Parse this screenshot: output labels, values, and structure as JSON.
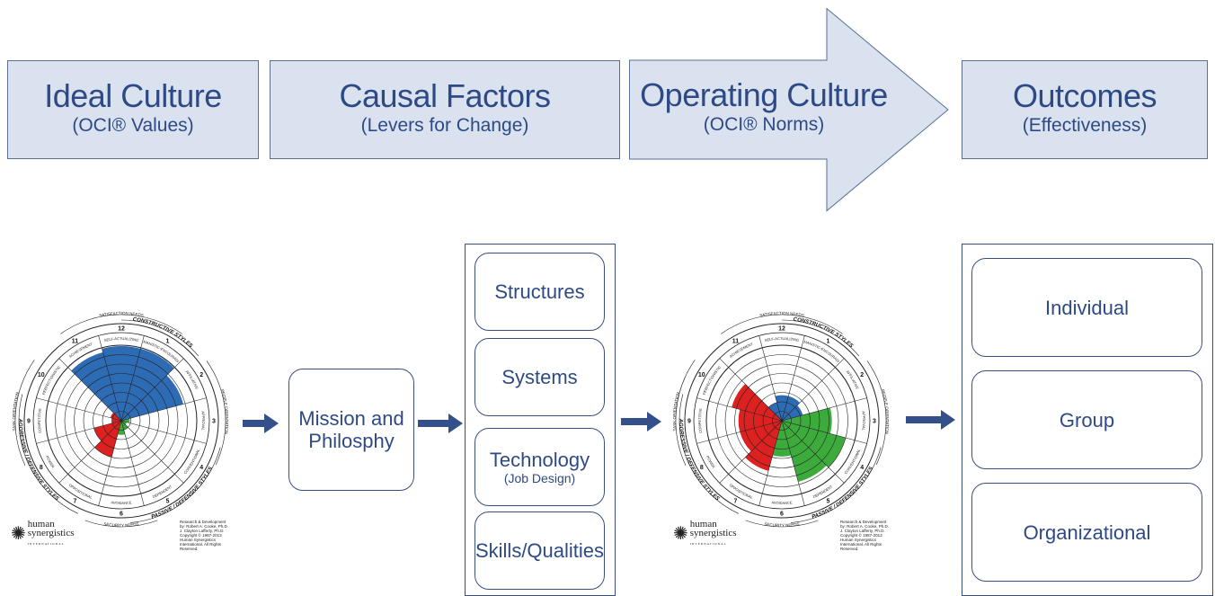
{
  "header": [
    {
      "title": "Ideal Culture",
      "subtitle": "(OCI® Values)"
    },
    {
      "title": "Causal Factors",
      "subtitle": "(Levers for Change)"
    },
    {
      "title": "Operating Culture",
      "subtitle": "(OCI® Norms)"
    },
    {
      "title": "Outcomes",
      "subtitle": "(Effectiveness)"
    }
  ],
  "mission": {
    "label": "Mission and Philosphy"
  },
  "levers": [
    {
      "label": "Structures",
      "sub": ""
    },
    {
      "label": "Systems",
      "sub": ""
    },
    {
      "label": "Technology",
      "sub": "(Job Design)"
    },
    {
      "label": "Skills/Qualities",
      "sub": ""
    }
  ],
  "outcomes": [
    {
      "label": "Individual"
    },
    {
      "label": "Group"
    },
    {
      "label": "Organizational"
    }
  ],
  "wheel_text": {
    "satisfaction": "SATISFACTION NEEDS",
    "security": "SECURITY NEEDS",
    "constructive": "CONSTRUCTIVE STYLES",
    "passive": "PASSIVE / DEFENSIVE STYLES",
    "aggressive": "AGGRESSIVE / DEFENSIVE STYLES",
    "task": "TASK ORIENTATION",
    "people": "PEOPLE ORIENTATION",
    "numbers": [
      "12",
      "1",
      "2",
      "3",
      "4",
      "5",
      "6",
      "7",
      "8",
      "9",
      "10",
      "11"
    ],
    "styles": [
      "SELF-ACTUALIZING",
      "HUMANISTIC-ENCOURAGING",
      "AFFILIATIVE",
      "APPROVAL",
      "CONVENTIONAL",
      "DEPENDENT",
      "AVOIDANCE",
      "OPPOSITIONAL",
      "POWER",
      "COMPETITIVE",
      "PERFECTIONISTIC",
      "ACHIEVEMENT"
    ]
  },
  "logo": {
    "line1": "human",
    "line2": "synergistics",
    "line3": "INTERNATIONAL"
  },
  "credit": "Research & Development by: Robert A. Cooke, Ph.D. J. Clayton Lafferty, Ph.D. Copyright © 1987-2013 Human Synergistics International. All Rights Reserved.",
  "chart_data": [
    {
      "type": "polar-area",
      "title": "Ideal Culture (OCI® Values)",
      "max": 8,
      "categories": [
        "12",
        "1",
        "2",
        "3",
        "4",
        "5",
        "6",
        "7",
        "8",
        "9",
        "10",
        "11"
      ],
      "values": [
        7.9,
        7.9,
        6.8,
        0.9,
        0.6,
        1.0,
        1.5,
        4.0,
        3.0,
        1.0,
        1.2,
        7.5
      ],
      "colors": [
        "#2d6bb5",
        "#2d6bb5",
        "#2d6bb5",
        "#3cab3c",
        "#3cab3c",
        "#3cab3c",
        "#3cab3c",
        "#dd2020",
        "#dd2020",
        "#dd2020",
        "#dd2020",
        "#2d6bb5"
      ]
    },
    {
      "type": "polar-area",
      "title": "Operating Culture (OCI® Norms)",
      "max": 8,
      "categories": [
        "12",
        "1",
        "2",
        "3",
        "4",
        "5",
        "6",
        "7",
        "8",
        "9",
        "10",
        "11"
      ],
      "values": [
        2.7,
        2.7,
        2.3,
        5.3,
        7.0,
        6.7,
        3.8,
        5.5,
        4.6,
        4.6,
        5.5,
        2.0
      ],
      "colors": [
        "#2d6bb5",
        "#2d6bb5",
        "#2d6bb5",
        "#3cab3c",
        "#3cab3c",
        "#3cab3c",
        "#3cab3c",
        "#dd2020",
        "#dd2020",
        "#dd2020",
        "#dd2020",
        "#2d6bb5"
      ]
    }
  ]
}
